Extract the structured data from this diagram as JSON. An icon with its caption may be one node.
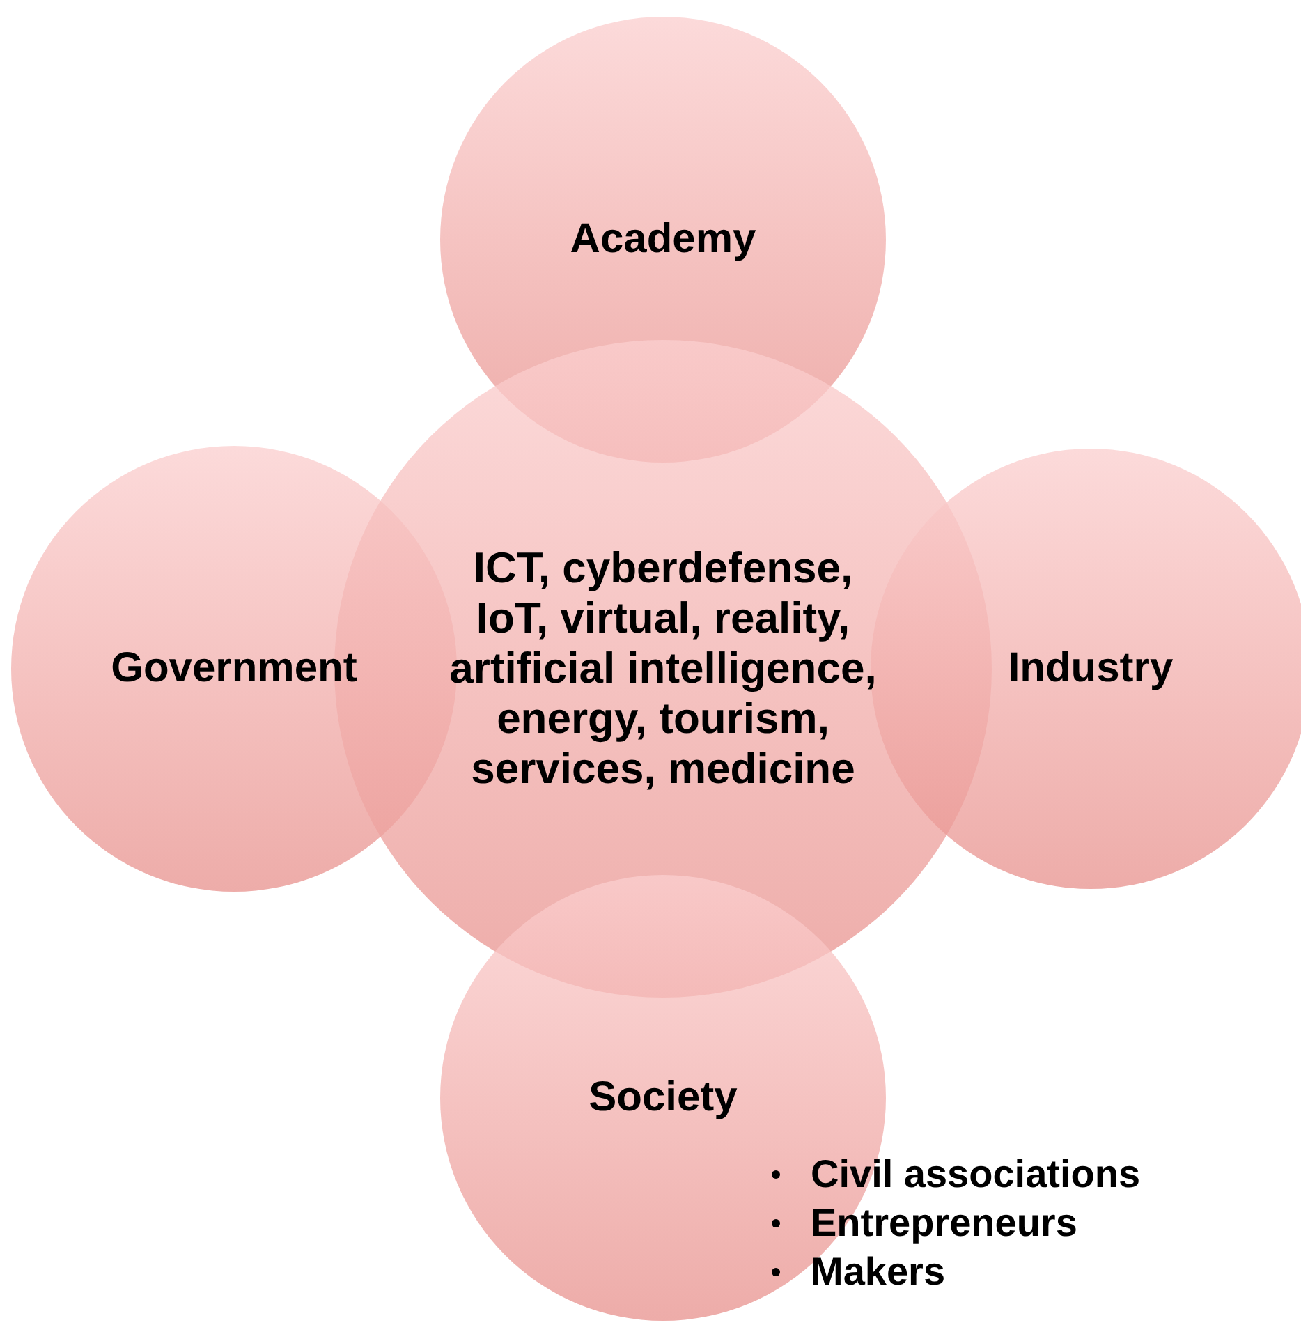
{
  "diagram": {
    "nodes": [
      {
        "text": [
          "Academy"
        ]
      },
      {
        "text": [
          "Government"
        ]
      },
      {
        "text": [
          "ICT, cyberdefense, IoT, virtual, reality, artificial intelligence, energy, tourism, services, medicine"
        ]
      },
      {
        "text": [
          "Industry"
        ]
      },
      {
        "text": [
          "Society",
          "Civil associations",
          "Entrepreneurs",
          "Makers"
        ]
      }
    ]
  }
}
